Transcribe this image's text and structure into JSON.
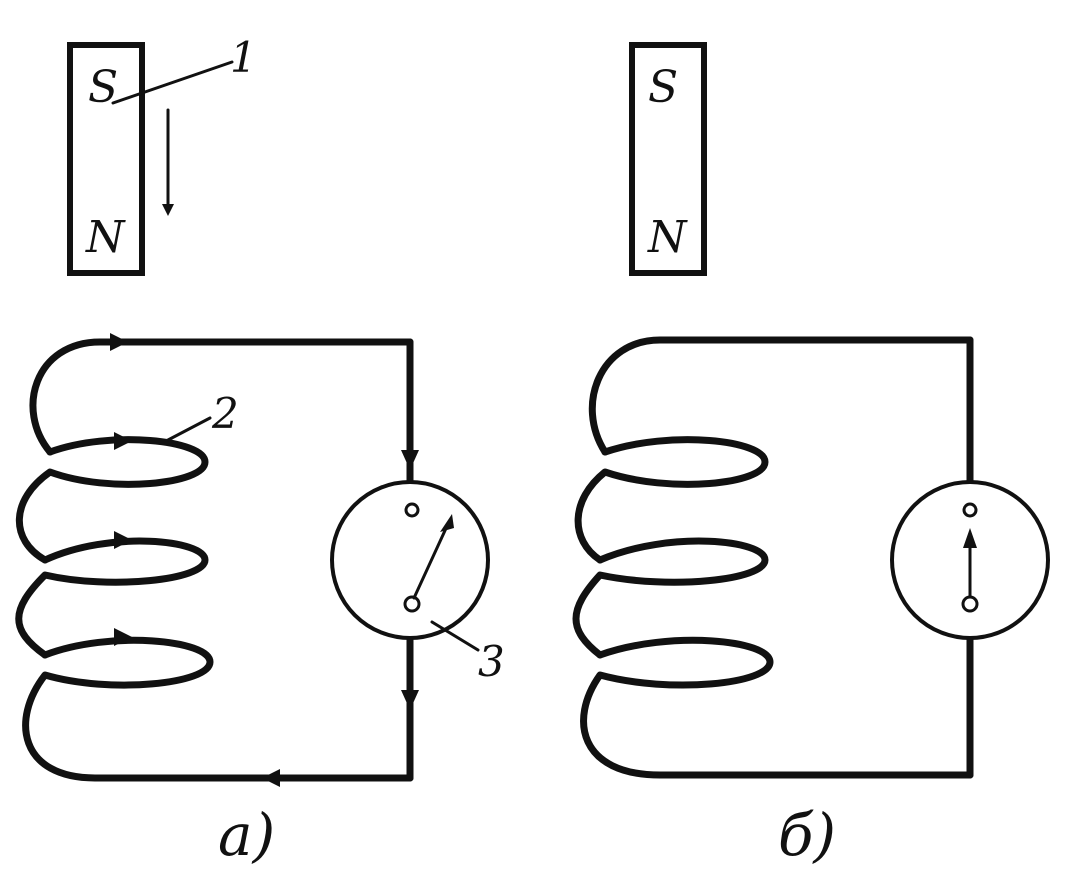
{
  "panel_a": {
    "magnet": {
      "top_pole": "S",
      "bottom_pole": "N"
    },
    "leader_labels": {
      "magnet": "1",
      "coil": "2",
      "galvanometer": "3"
    },
    "caption": "a)"
  },
  "panel_b": {
    "magnet": {
      "top_pole": "S",
      "bottom_pole": "N"
    },
    "caption": "б)"
  }
}
